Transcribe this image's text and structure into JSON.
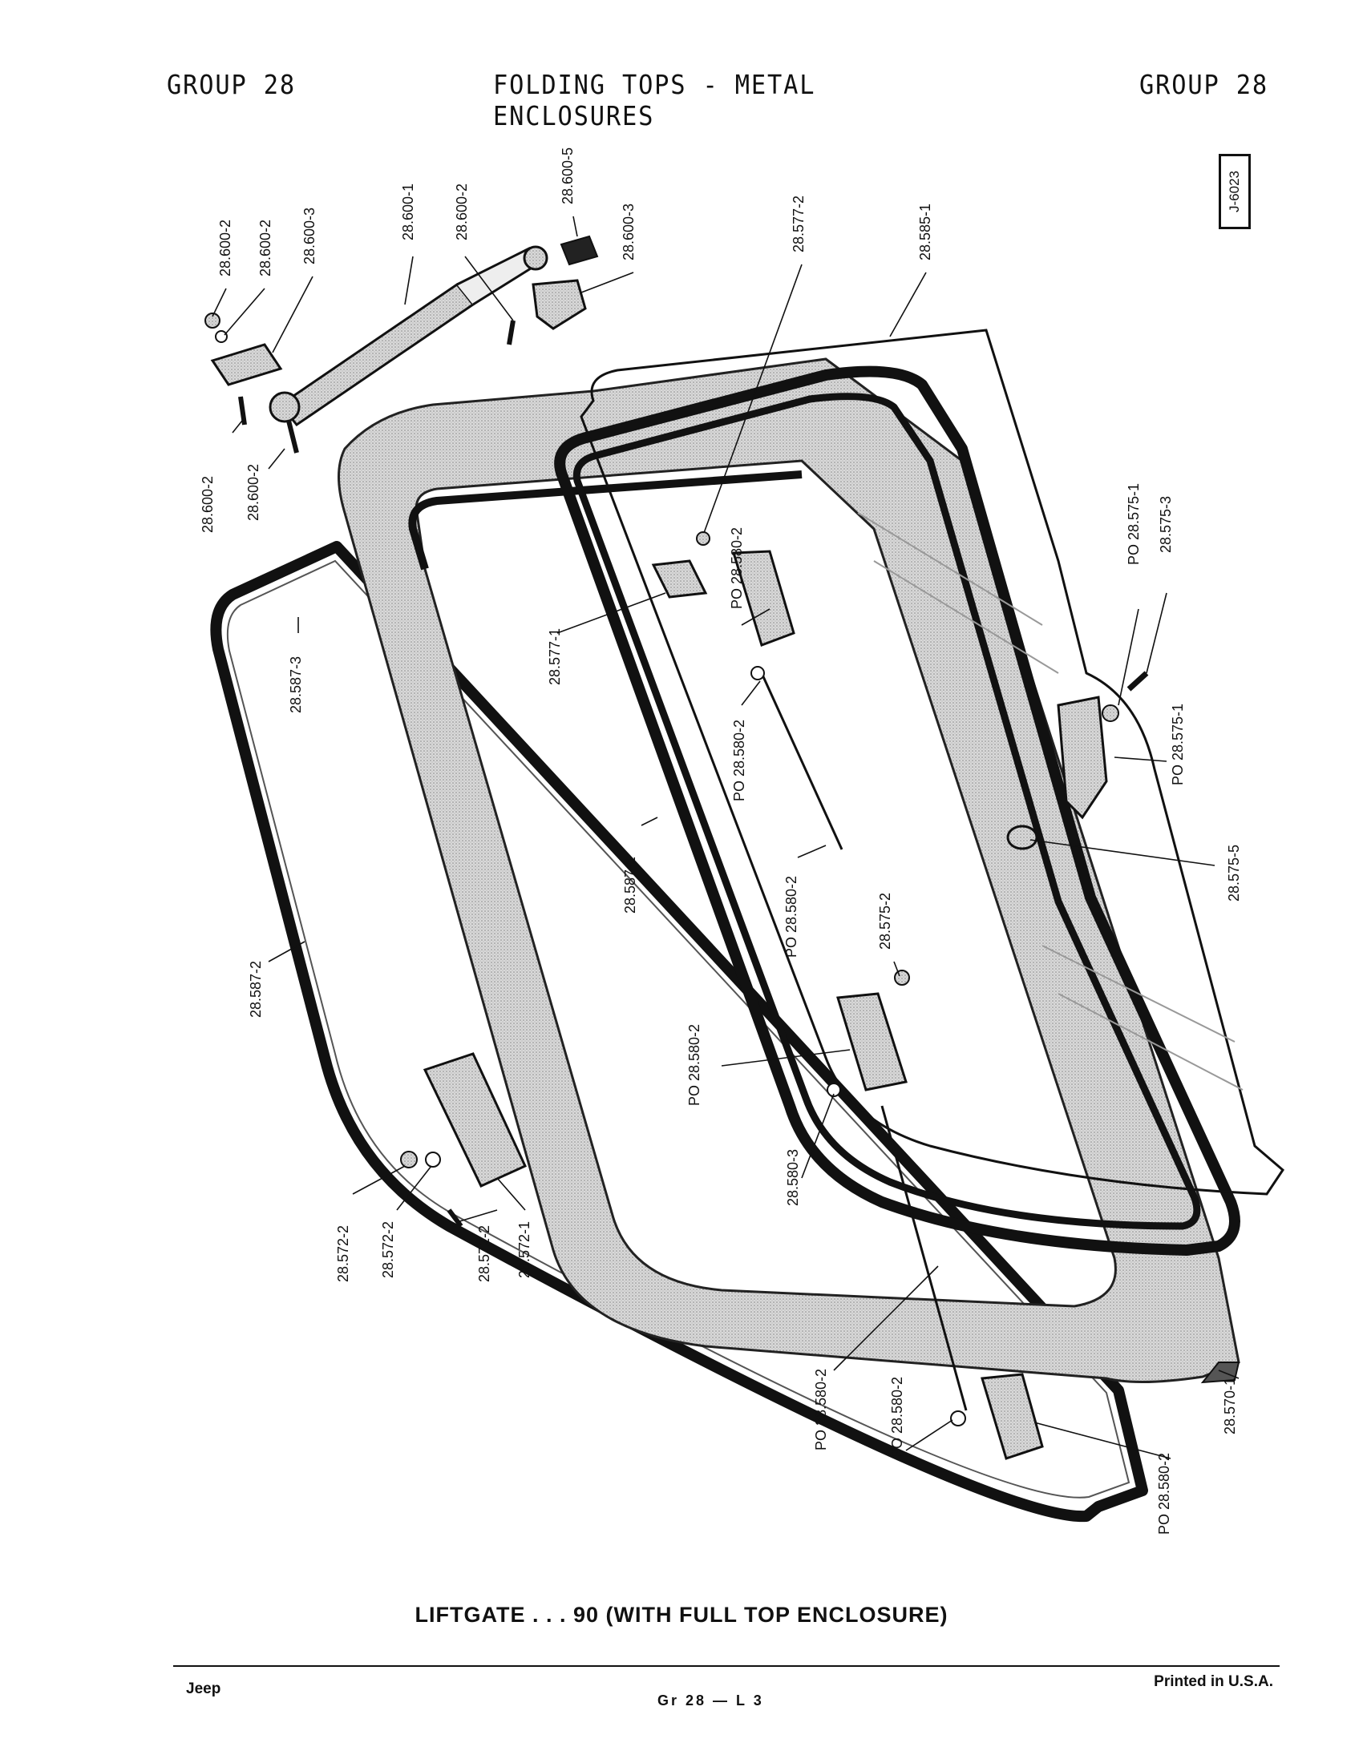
{
  "header": {
    "left": "GROUP 28",
    "center": "FOLDING TOPS - METAL ENCLOSURES",
    "right": "GROUP 28"
  },
  "ref_code": "J-6023",
  "caption": "LIFTGATE . . . 90 (WITH FULL TOP ENCLOSURE)",
  "footer": {
    "left": "Jeep",
    "center": "Gr 28 — L 3",
    "right": "Printed  in U.S.A."
  },
  "callouts": [
    "28.600-2",
    "28.600-2",
    "28.600-3",
    "28.600-1",
    "28.600-2",
    "28.600-5",
    "28.600-3",
    "28.577-2",
    "28.585-1",
    "28.600-2",
    "28.600-2",
    "28.587-3",
    "28.577-1",
    "PO 28.580-2",
    "PO 28.580-2",
    "28.587-1",
    "PO 28.580-2",
    "PO 28.575-1",
    "28.575-3",
    "PO 28.575-1",
    "28.575-5",
    "28.575-2",
    "28.587-2",
    "PO 28.580-2",
    "28.580-3",
    "28.572-2",
    "28.572-2",
    "28.572-2",
    "28.572-1",
    "PO 28.580-2",
    "PO 28.580-2",
    "PO 28.580-2",
    "28.570-1"
  ]
}
